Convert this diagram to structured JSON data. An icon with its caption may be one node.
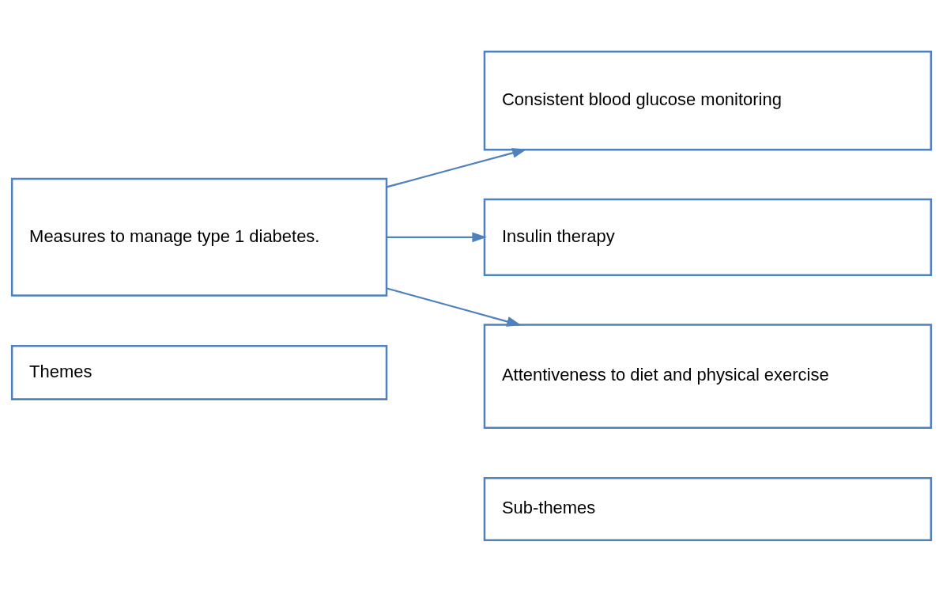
{
  "diagram": {
    "nodes": [
      {
        "text": [
          "Themes"
        ]
      },
      {
        "text": [
          "Sub-themes"
        ]
      },
      {
        "text": [
          "Measures to manage type 1 diabetes."
        ]
      },
      {
        "text": [
          "Consistent blood glucose monitoring"
        ]
      },
      {
        "text": [
          "Insulin therapy"
        ]
      },
      {
        "text": [
          "Attentiveness to diet and physical exercise"
        ]
      }
    ],
    "edges": [
      {
        "from": 2,
        "to": 3,
        "arrow": "to"
      },
      {
        "from": 2,
        "to": 4,
        "arrow": "to"
      },
      {
        "from": 2,
        "to": 5,
        "arrow": "to"
      }
    ]
  }
}
